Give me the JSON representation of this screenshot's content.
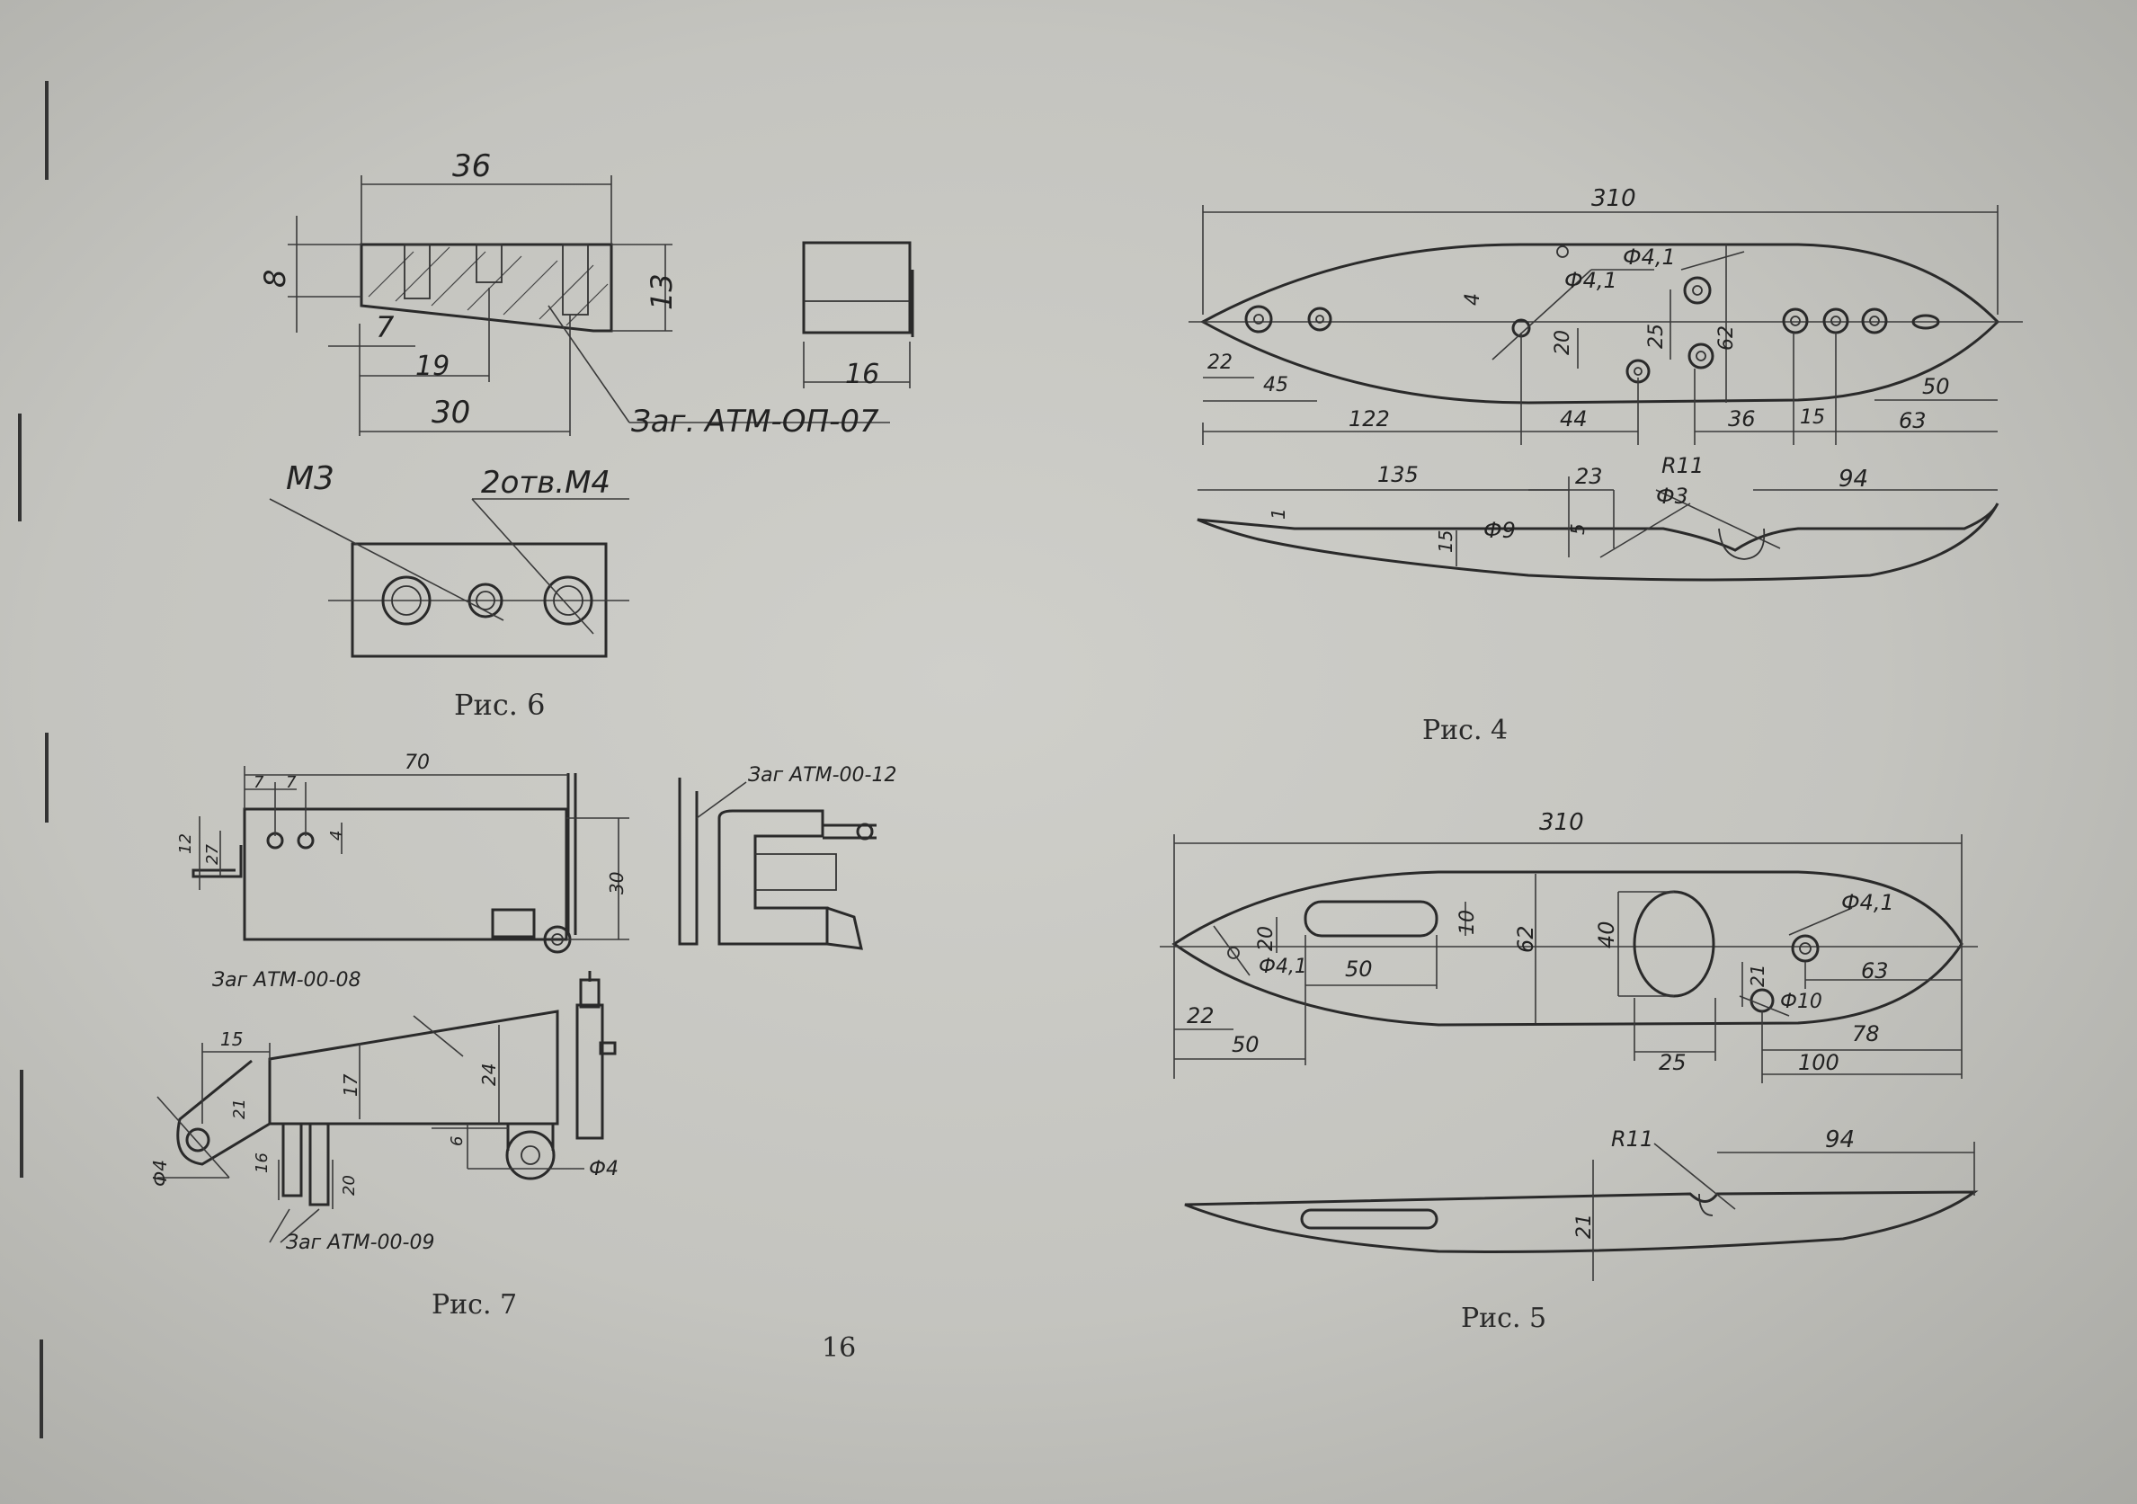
{
  "page_number": "16",
  "figures": {
    "fig4": {
      "caption": "Рис. 4",
      "top_view_dims": [
        "310",
        "Ф4,1",
        "Ф4,1",
        "4",
        "20",
        "25",
        "62",
        "22",
        "45",
        "122",
        "44",
        "36",
        "15",
        "63",
        "50"
      ],
      "side_view_dims": [
        "135",
        "23",
        "R11",
        "Ф3",
        "94",
        "1",
        "15",
        "Ф9",
        "5"
      ]
    },
    "fig5": {
      "caption": "Рис. 5",
      "top_view_dims": [
        "310",
        "10",
        "20",
        "62",
        "40",
        "Ф4,1",
        "50",
        "Ф4,1",
        "21",
        "Ф10",
        "63",
        "22",
        "50",
        "78",
        "25",
        "100"
      ],
      "side_view_dims": [
        "R11",
        "94",
        "21"
      ]
    },
    "fig6": {
      "caption": "Рис. 6",
      "dims": [
        "36",
        "8",
        "13",
        "7",
        "19",
        "30",
        "16"
      ],
      "blank_label": "Заг. АТМ-ОП-07",
      "thread_label": "М3",
      "holes_label": "2отв.М4"
    },
    "fig7": {
      "caption": "Рис. 7",
      "dims": [
        "70",
        "7",
        "7",
        "4",
        "12",
        "27",
        "30",
        "15",
        "24",
        "17",
        "21",
        "6",
        "Ф4",
        "Ф4",
        "16",
        "20"
      ],
      "blank_12": "Заг АТМ-00-12",
      "blank_08": "Заг АТМ-00-08",
      "blank_09": "Заг АТМ-00-09"
    }
  }
}
